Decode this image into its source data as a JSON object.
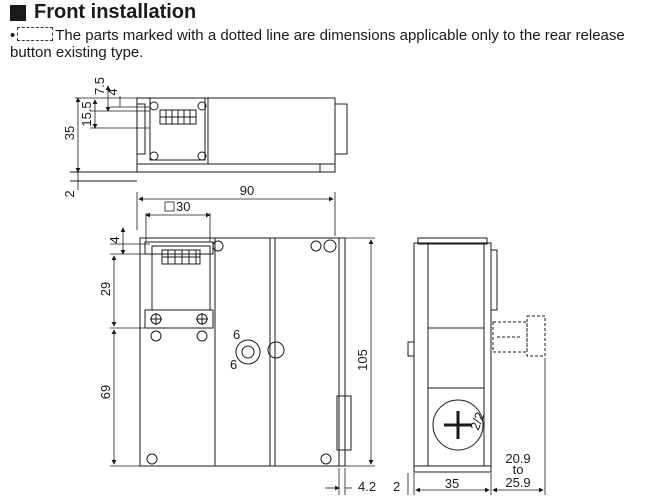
{
  "heading": {
    "title": "Front installation"
  },
  "note": {
    "bullet": "•",
    "text": "The parts marked with a dotted line are dimensions applicable only to the rear release button existing type."
  },
  "dimensions": {
    "d7_5": "7.5",
    "d4_top": "4",
    "d15_5": "15.5",
    "d35_left": "35",
    "d2_left": "2",
    "d90": "90",
    "d30_square": "30",
    "d4_mid": "4",
    "d29": "29",
    "d69": "69",
    "d105": "105",
    "d4_2": "4.2",
    "d2_bottom": "2",
    "d35_bottom": "35",
    "d20_9": "20.9",
    "d_to": "to",
    "d25_9": "25.9"
  },
  "colors": {
    "line": "#1a1a1a",
    "face": "#ffffff"
  }
}
